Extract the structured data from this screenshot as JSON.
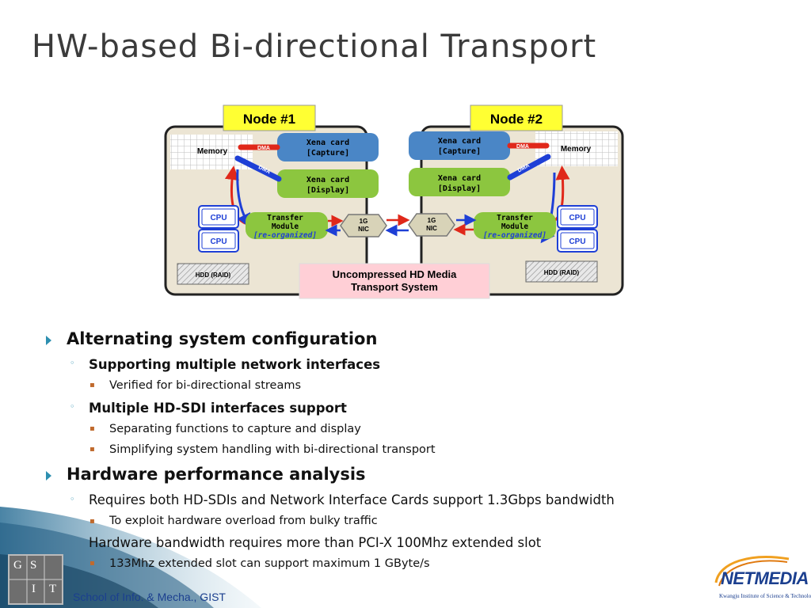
{
  "slide": {
    "title": "HW-based Bi-directional Transport"
  },
  "diagram": {
    "node1_label": "Node #1",
    "node2_label": "Node #2",
    "memory_label": "Memory",
    "dma_label": "DMA",
    "xena_capture": [
      "Xena  card",
      "[Capture]"
    ],
    "xena_display": [
      "Xena  card",
      "[Display]"
    ],
    "xena_capture2": [
      "Xena card",
      "[Capture]"
    ],
    "xena_display2": [
      "Xena card",
      "[Display]"
    ],
    "cpu_label": "CPU",
    "transfer_module": [
      "Transfer",
      "Module",
      "[re-organized]"
    ],
    "nic_label": [
      "1G",
      "NIC"
    ],
    "hdd_label": "HDD (RAID)",
    "caption": [
      "Uncompressed HD Media",
      "Transport System"
    ]
  },
  "bullets": {
    "b1": "Alternating system configuration",
    "b1_1": "Supporting multiple network interfaces",
    "b1_1_1": "Verified for bi-directional streams",
    "b1_2": "Multiple HD-SDI interfaces support",
    "b1_2_1": "Separating functions to capture and display",
    "b1_2_2": "Simplifying system handling with bi-directional transport",
    "b2": "Hardware performance analysis",
    "b2_1": "Requires both HD-SDIs and Network Interface Cards support 1.3Gbps bandwidth",
    "b2_1_1": "To exploit hardware overload from bulky traffic",
    "b2_2": "Hardware bandwidth requires more than PCI-X 100Mhz extended slot",
    "b2_2_1": "133Mhz extended slot can support maximum 1 GByte/s"
  },
  "footer": {
    "school": "School of Info. & Mecha., GIST",
    "gist_letters": [
      "G",
      "I",
      "S",
      "T"
    ],
    "netmedia": "NETMEDIA",
    "netmedia_sub": "Kwangju Institute of Science & Technology"
  },
  "colors": {
    "accent_bullet": "#2d8fb0",
    "capture_card": "#4a86c6",
    "display_card": "#8cc63f",
    "node_label_bg": "#ffff33",
    "caption_bg": "#ffcfd6",
    "dma_red": "#e0281a",
    "dma_blue": "#1e3fd6"
  }
}
